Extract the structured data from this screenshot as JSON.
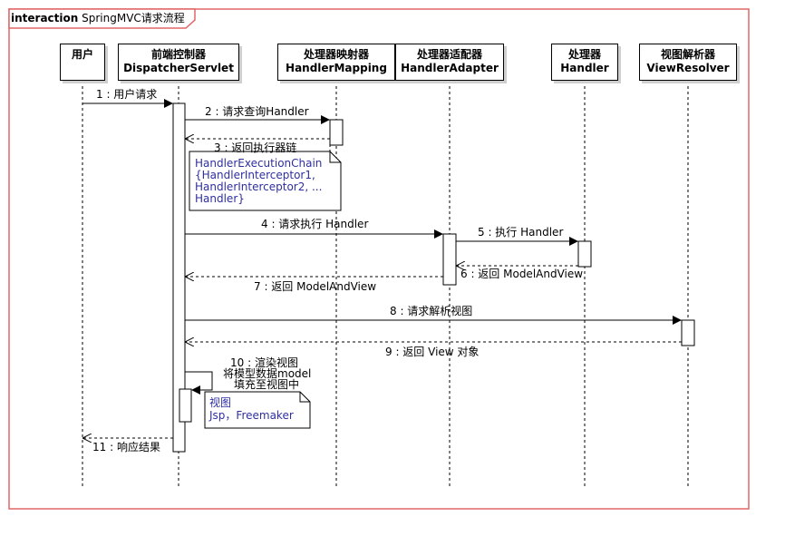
{
  "frame": {
    "keyword": "interaction",
    "name": "SpringMVC请求流程"
  },
  "participants": [
    {
      "id": "user",
      "line1": "用户",
      "line2": ""
    },
    {
      "id": "dispatcher",
      "line1": "前端控制器",
      "line2": "DispatcherServlet"
    },
    {
      "id": "mapping",
      "line1": "处理器映射器",
      "line2": "HandlerMapping"
    },
    {
      "id": "adapter",
      "line1": "处理器适配器",
      "line2": "HandlerAdapter"
    },
    {
      "id": "handler",
      "line1": "处理器",
      "line2": "Handler"
    },
    {
      "id": "resolver",
      "line1": "视图解析器",
      "line2": "ViewResolver"
    }
  ],
  "messages": {
    "m1": "1 : 用户请求",
    "m2": "2 : 请求查询Handler",
    "m3": "3 : 返回执行器链",
    "m4": "4 : 请求执行 Handler",
    "m5": "5 : 执行 Handler",
    "m6": "6 : 返回 ModelAndView",
    "m7": "7 : 返回 ModelAndView",
    "m8": "8 : 请求解析视图",
    "m9": "9 : 返回 View 对象",
    "m10_1": "10 : 渲染视图",
    "m10_2": "将模型数据model",
    "m10_3": "填充至视图中",
    "m11": "11 : 响应结果"
  },
  "notes": {
    "chain": [
      "HandlerExecutionChain",
      "{HandlerInterceptor1,",
      "HandlerInterceptor2, ...",
      "Handler}"
    ],
    "view": [
      "视图",
      "Jsp，Freemaker"
    ]
  },
  "colors": {
    "frame": "#e06666",
    "note_text": "#2f2fa0",
    "shadow": "#cfcfcf"
  }
}
